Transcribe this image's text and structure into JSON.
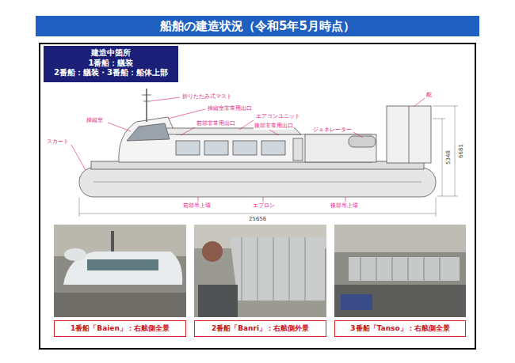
{
  "diagram": {
    "title": "船舶の建造状況（令和5年5月時点）",
    "nodes": [
      {
        "text": [
          "建造中箇所",
          "1番船：艤装",
          "2番船：艤装・3番船：船体上部"
        ]
      },
      {
        "text": [
          "1番船「Baien」：右舷側全景"
        ]
      },
      {
        "text": [
          "2番船「Banri」：右舷側外景"
        ]
      },
      {
        "text": [
          "3番船「Tanso」：右舷側全景"
        ]
      }
    ],
    "labels": [
      "折りたたみ式マスト",
      "操縦室非常用出口",
      "エアコンユニット",
      "舵",
      "操縦室",
      "前部非常用出口",
      "後部非常用出口",
      "ジェネレーター",
      "スカート",
      "前部吊上環",
      "エプロン",
      "後部吊上環",
      "25656",
      "5348",
      "6681"
    ]
  }
}
